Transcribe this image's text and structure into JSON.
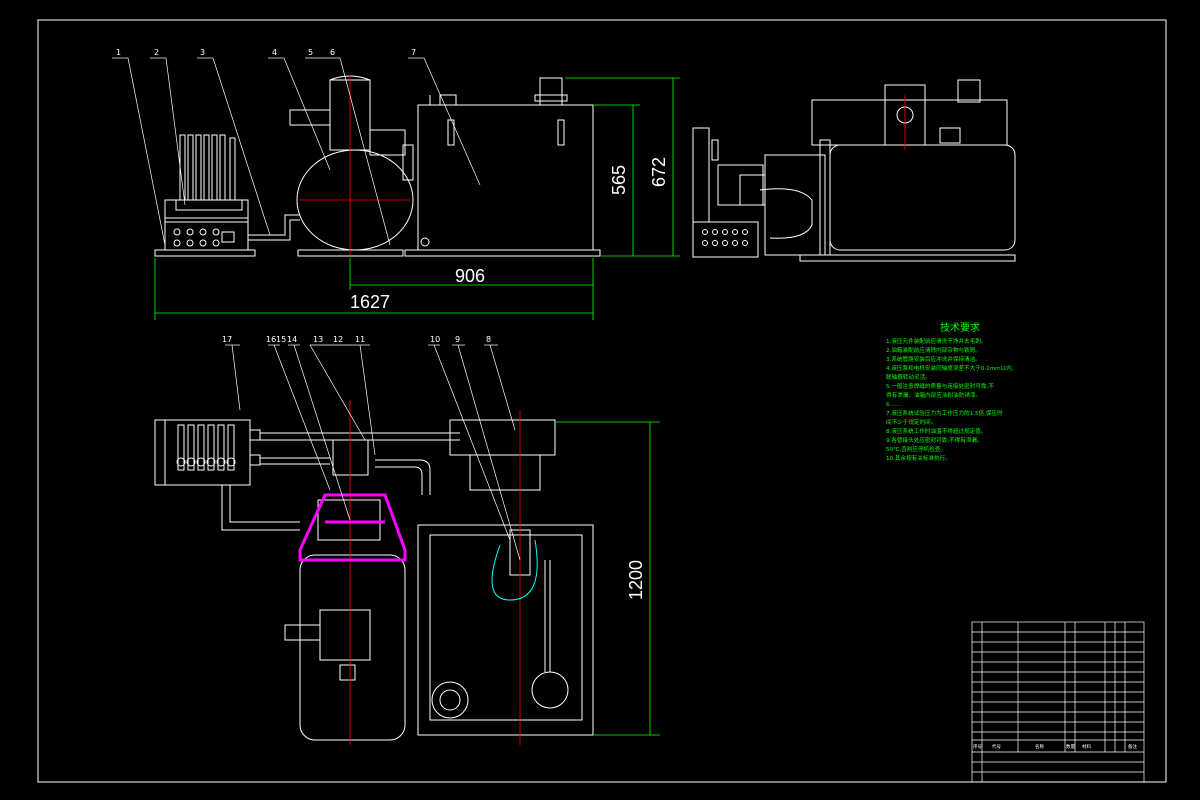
{
  "drawing": {
    "dimensions": {
      "d565": "565",
      "d672": "672",
      "d906": "906",
      "d1627": "1627",
      "d1200": "1200"
    },
    "callouts_top": [
      "1",
      "2",
      "3",
      "4",
      "5",
      "6",
      "7"
    ],
    "callouts_bottom": [
      "17",
      "16",
      "15",
      "14",
      "13",
      "12",
      "11",
      "10",
      "9",
      "8"
    ],
    "tech_requirements": {
      "title": "技术要求",
      "lines": [
        "1.液压元件装配前应清洗干净并去毛刺。",
        "2.油箱装配前应清除内部杂物与铁屑。",
        "3.系统管路安装后应冲洗并保持清洁。",
        "4.液压泵和电机安装同轴度误差不大于0.1mm以内,",
        "  联轴器转动灵活。",
        "5.一般注意焊缝的质量与连接处密封可靠,不",
        "  得有渗漏。油箱内部应涂耐油防锈漆。",
        "6.……",
        "7.液压系统试验压力为工作压力的1.5倍,保压时",
        "  间不少于规定时间。",
        "8.液压系统工作时油温不得超过规定值。",
        "9.各管接头处应密封可靠,不得有泄漏。",
        "  50℃,否则应停机检查。",
        "10.其余按有关标准执行。"
      ]
    },
    "title_block": {
      "headers": [
        "序号",
        "代号",
        "名称",
        "数量",
        "材料",
        "备注"
      ]
    },
    "colors": {
      "background": "#000000",
      "lines": "#ffffff",
      "centerline": "#ff0000",
      "dimension": "#00ff00",
      "highlight": "#ff00ff",
      "hose": "#00ffff",
      "text_notes": "#00ff00"
    }
  }
}
